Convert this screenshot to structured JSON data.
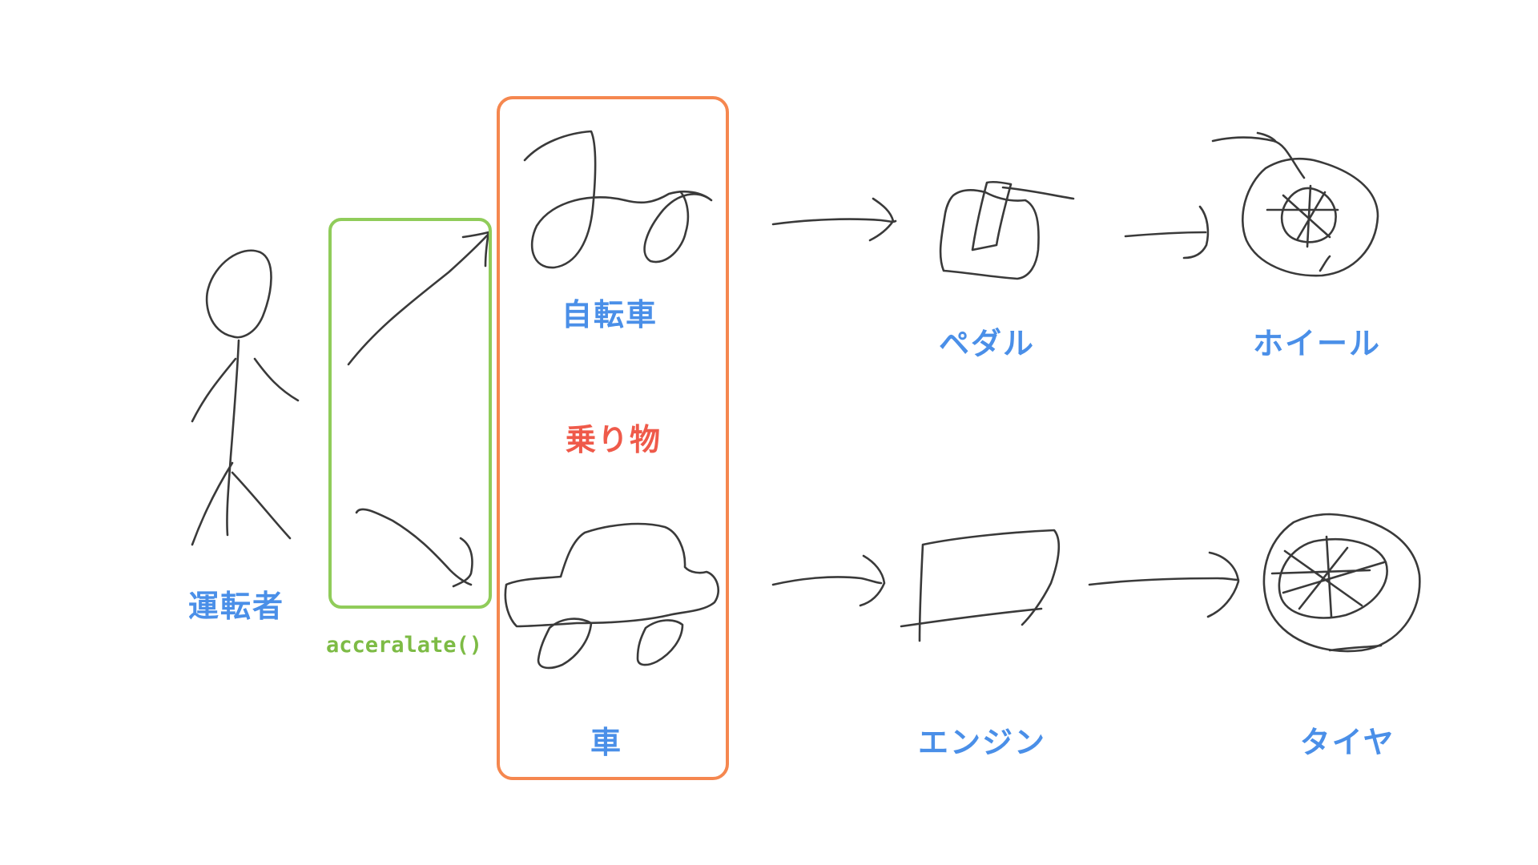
{
  "diagram": {
    "driver_label": "運転者",
    "method_label": "acceralate()",
    "vehicle_group_label": "乗り物",
    "bicycle_label": "自転車",
    "car_label": "車",
    "pedal_label": "ペダル",
    "wheel_label": "ホイール",
    "engine_label": "エンジン",
    "tire_label": "タイヤ"
  },
  "colors": {
    "label_blue": "#4a8fe8",
    "label_red": "#ef5a4a",
    "method_green": "#7dbb45",
    "frame_green": "#90cc5a",
    "frame_orange": "#f5874f",
    "sketch_stroke": "#3a3a3a"
  }
}
